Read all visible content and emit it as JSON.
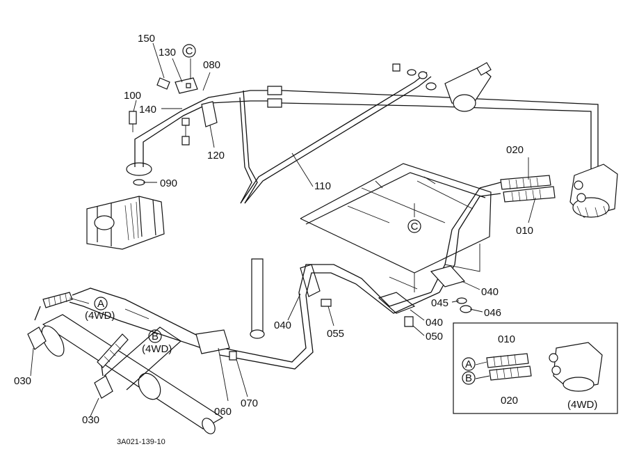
{
  "labels": {
    "p150": "150",
    "p130": "130",
    "p080": "080",
    "p100": "100",
    "p140": "140",
    "p120": "120",
    "p090": "090",
    "p110": "110",
    "p020_top": "020",
    "p010_top": "010",
    "p040_a": "040",
    "p040_b": "040",
    "p040_c": "040",
    "p045": "045",
    "p046": "046",
    "p050": "050",
    "p055": "055",
    "p030_a": "030",
    "p030_b": "030",
    "p060": "060",
    "p070": "070",
    "p010_inset": "010",
    "p020_inset": "020"
  },
  "callouts": {
    "c_top": "C",
    "c_plate": "C",
    "a_left": "A",
    "b_left": "B",
    "a_inset": "A",
    "b_inset": "B"
  },
  "notes": {
    "fourwd_a": "(4WD)",
    "fourwd_b": "(4WD)",
    "fourwd_inset": "(4WD)"
  },
  "drawing_code": "3A021-139-10"
}
